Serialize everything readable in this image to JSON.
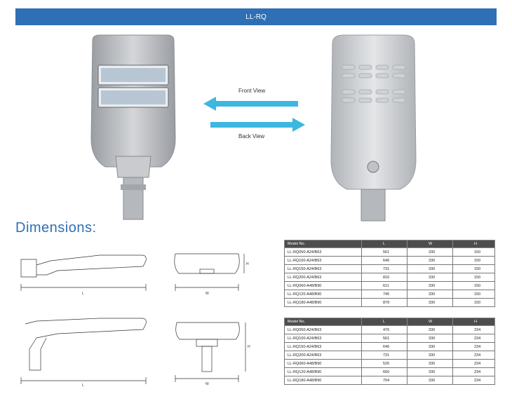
{
  "header": {
    "title": "LL-RQ"
  },
  "views": {
    "front_label": "Front View",
    "back_label": "Back View"
  },
  "dimensions": {
    "title": "Dimensions:",
    "dim_labels": {
      "length": "L",
      "width": "W",
      "height": "H"
    }
  },
  "table1": {
    "headers": [
      "Model No.",
      "L",
      "W",
      "H"
    ],
    "rows": [
      [
        "LL-RQ050-A24/B63",
        "561",
        "330",
        "150"
      ],
      [
        "LL-RQ100-A24/B63",
        "646",
        "330",
        "150"
      ],
      [
        "LL-RQ150-A24/B63",
        "731",
        "330",
        "150"
      ],
      [
        "LL-RQ200-A24/B63",
        "816",
        "330",
        "150"
      ],
      [
        "LL-RQ060-A48/B90",
        "611",
        "330",
        "150"
      ],
      [
        "LL-RQ120-A48/B90",
        "745",
        "330",
        "150"
      ],
      [
        "LL-RQ180-A48/B90",
        "879",
        "330",
        "150"
      ]
    ]
  },
  "table2": {
    "headers": [
      "Model No.",
      "L",
      "W",
      "H"
    ],
    "rows": [
      [
        "LL-RQ050-A24/B63",
        "476",
        "330",
        "234"
      ],
      [
        "LL-RQ100-A24/B63",
        "561",
        "330",
        "234"
      ],
      [
        "LL-RQ150-A24/B63",
        "646",
        "330",
        "234"
      ],
      [
        "LL-RQ200-A24/B63",
        "731",
        "330",
        "234"
      ],
      [
        "LL-RQ060-A48/B90",
        "526",
        "330",
        "234"
      ],
      [
        "LL-RQ120-A48/B90",
        "660",
        "330",
        "234"
      ],
      [
        "LL-RQ180-A48/B90",
        "794",
        "330",
        "234"
      ]
    ]
  },
  "colors": {
    "banner": "#2f6fb6",
    "arrow": "#3bb7e0",
    "table_header": "#4d4d4d"
  }
}
